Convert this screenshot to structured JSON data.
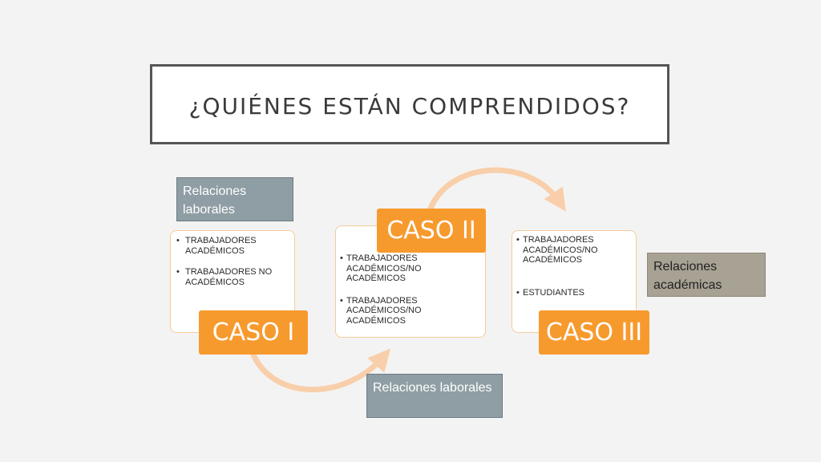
{
  "title": "¿QUIÉNES ESTÁN COMPRENDIDOS?",
  "cases": [
    {
      "label": "CASO I",
      "items": [
        "TRABAJADORES ACADÉMICOS",
        "TRABAJADORES NO ACADÉMICOS"
      ]
    },
    {
      "label": "CASO II",
      "items": [
        "TRABAJADORES ACADÉMICOS/NO ACADÉMICOS",
        "TRABAJADORES ACADÉMICOS/NO ACADÉMICOS"
      ]
    },
    {
      "label": "CASO III",
      "items": [
        "TRABAJADORES ACADÉMICOS/NO ACADÉMICOS",
        "ESTUDIANTES"
      ]
    }
  ],
  "labels": {
    "top_left": "Relaciones laborales",
    "bottom_middle": "Relaciones laborales",
    "right": "Relaciones académicas"
  },
  "colors": {
    "caso_fill": "#f79a2e",
    "card_border": "#f5cc9a",
    "arrow": "#f8cfaa",
    "label_gray": "#8f9ea4",
    "label_taupe": "#a8a294"
  }
}
